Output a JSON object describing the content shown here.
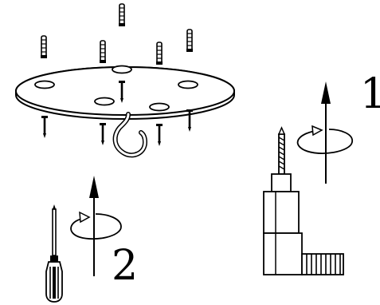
{
  "figure": {
    "steps": [
      {
        "number": "1",
        "icon": "rotate-counterclockwise-arrow"
      },
      {
        "number": "2",
        "icon": "rotate-counterclockwise-arrow"
      }
    ],
    "tools": [
      "screwdriver-icon",
      "drill-icon"
    ],
    "parts": [
      "mounting-plate",
      "screws",
      "wall-anchors",
      "hook"
    ],
    "colors": {
      "line": "#000000",
      "background": "#ffffff"
    }
  }
}
